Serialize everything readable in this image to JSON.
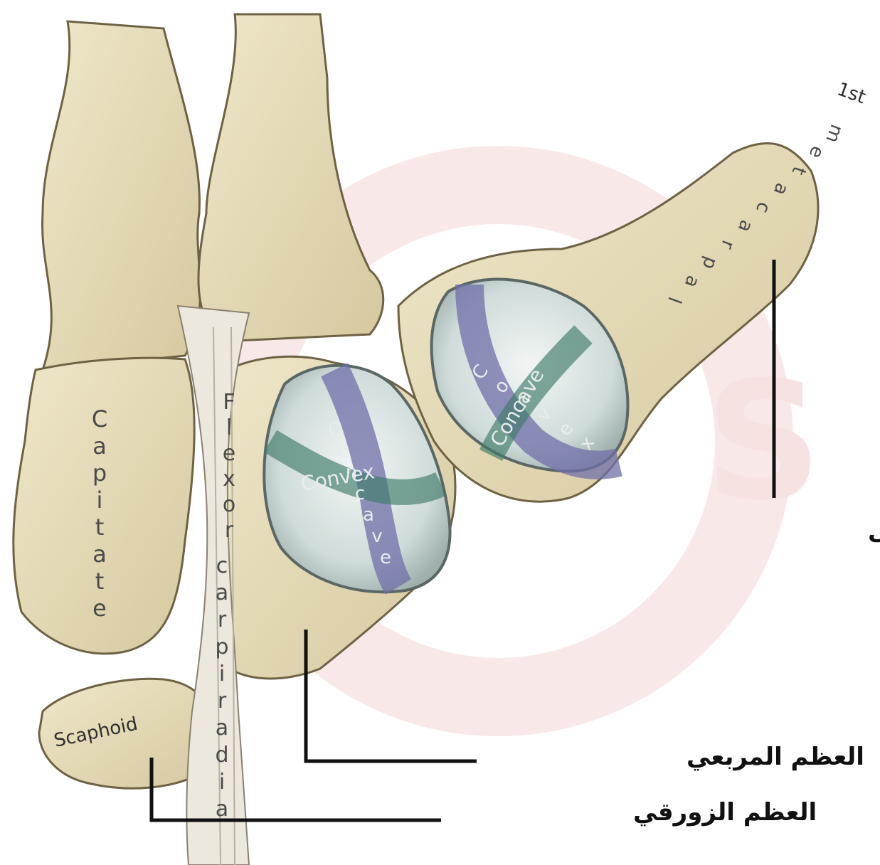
{
  "labels": {
    "metacarpal_vertical": [
      "m",
      "e",
      "t",
      "a",
      "c",
      "a",
      "r",
      "p",
      "a",
      "l"
    ],
    "first_prefix": "1st",
    "capitate_letters": [
      "C",
      "a",
      "p",
      "i",
      "t",
      "a",
      "t",
      "e"
    ],
    "flexor_letters": [
      "F",
      "l",
      "e",
      "x",
      "o",
      "r",
      "c",
      "a",
      "r",
      "p",
      "i",
      "r",
      "a",
      "d",
      "i",
      "a"
    ],
    "scaphoid": "Scaphoid",
    "trapezium_surface_convex": "Convex",
    "trapezium_surface_concave_letters": [
      "C",
      "o",
      "n",
      "c",
      "a",
      "v",
      "e"
    ],
    "metacarpal_surface_concave": "Concave",
    "metacarpal_surface_convex_letters": [
      "C",
      "o",
      "n",
      "v",
      "e",
      "x"
    ]
  },
  "callouts": {
    "first_metacarpal": "العظم السنعية الأولى",
    "trapezium": "العظم المربعي",
    "scaphoid": "العظم الزورقي"
  },
  "colors": {
    "bone": "#e8dfbf",
    "bone_shadow": "#b9ab82",
    "cartilage": "#dde7e5",
    "band_blue": "#6f6fa8",
    "band_green": "#3f7b68",
    "watermark": "#f3d2d2",
    "callout_line": "#111111"
  }
}
